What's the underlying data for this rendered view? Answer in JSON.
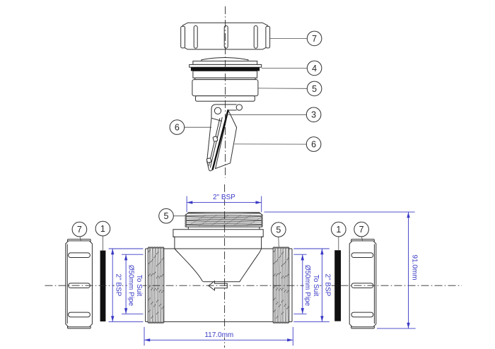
{
  "drawing": {
    "background": "#ffffff",
    "line_color": "#2e2e2e",
    "dimension_color": "#3a3ac6",
    "seal_color": "#101010"
  },
  "callouts": {
    "exploded": [
      {
        "label": "7"
      },
      {
        "label": "4"
      },
      {
        "label": "5"
      },
      {
        "label": "3"
      },
      {
        "label": "6"
      },
      {
        "label": "6"
      }
    ],
    "assembly": [
      {
        "label": "5"
      },
      {
        "label": "7"
      },
      {
        "label": "1"
      },
      {
        "label": "5"
      },
      {
        "label": "1"
      },
      {
        "label": "7"
      }
    ]
  },
  "dimensions": {
    "top_thread": "2\" BSP",
    "overall_width": "117.0mm",
    "overall_height": "91.0mm",
    "left_thread": "2\" BSP",
    "right_thread": "2\" BSP",
    "left_pipe_line1": "To Suit",
    "left_pipe_line2": "Ø50mm Pipe",
    "right_pipe_line1": "To Suit",
    "right_pipe_line2": "Ø50mm Pipe"
  }
}
